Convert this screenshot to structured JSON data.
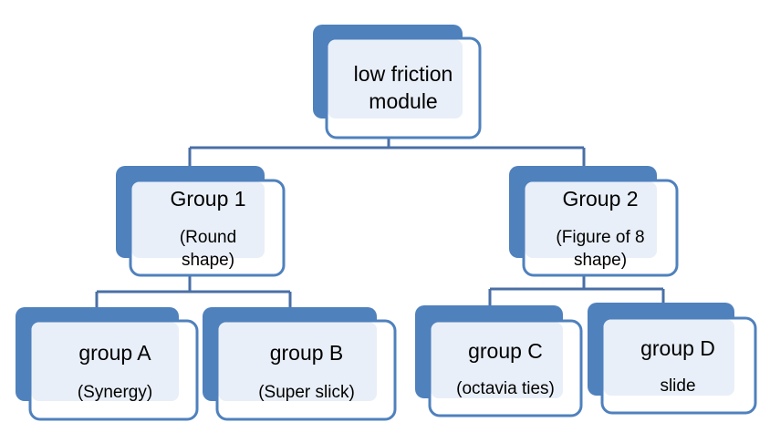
{
  "diagram": {
    "colors": {
      "primary": "#4f81bd",
      "light_fill": "#e9eff8",
      "connector": "#4a6fa5"
    },
    "nodes": [
      {
        "id": "root",
        "lines": [
          "low friction",
          "module"
        ]
      },
      {
        "id": "group-1",
        "lines": [
          "Group 1",
          "(Round",
          "shape)"
        ]
      },
      {
        "id": "group-2",
        "lines": [
          "Group 2",
          "(Figure of 8",
          "shape)"
        ]
      },
      {
        "id": "group-a",
        "lines": [
          "group A",
          "(Synergy)"
        ]
      },
      {
        "id": "group-b",
        "lines": [
          "group B",
          "(Super slick)"
        ]
      },
      {
        "id": "group-c",
        "lines": [
          "group C",
          "(octavia ties)"
        ]
      },
      {
        "id": "group-d",
        "lines": [
          "group D",
          "slide"
        ]
      }
    ],
    "edges": [
      {
        "from": "root",
        "to": "group-1"
      },
      {
        "from": "root",
        "to": "group-2"
      },
      {
        "from": "group-1",
        "to": "group-a"
      },
      {
        "from": "group-1",
        "to": "group-b"
      },
      {
        "from": "group-2",
        "to": "group-c"
      },
      {
        "from": "group-2",
        "to": "group-d"
      }
    ]
  }
}
